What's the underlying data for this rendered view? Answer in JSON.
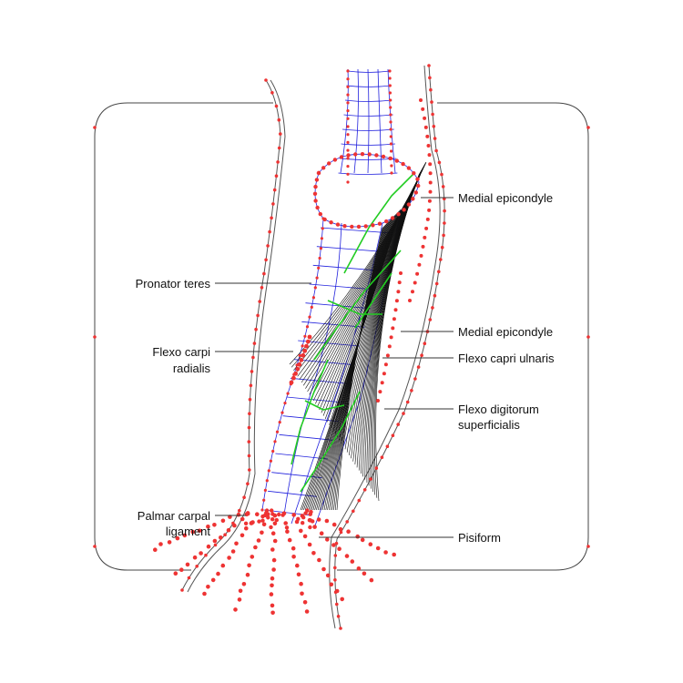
{
  "colors": {
    "outline": "#444444",
    "bone_mesh": "#2222dd",
    "control_point": "#ee3333",
    "muscle_fiber": "#111111",
    "tendon": "#22cc22",
    "leader": "#333333"
  },
  "labels": {
    "medial_epicondyle_top": "Medial epicondyle",
    "pronator_teres": "Pronator teres",
    "medial_epicondyle_mid": "Medial epicondyle",
    "flexo_carpi_radialis_1": "Flexo carpi",
    "flexo_carpi_radialis_2": "radialis",
    "flexo_capri_ulnaris": "Flexo capri ulnaris",
    "flexo_digitorum_1": "Flexo digitorum",
    "flexo_digitorum_2": "superficialis",
    "palmar_carpal_1": "Palmar carpal",
    "palmar_carpal_2": "ligament",
    "pisiform": "Pisiform"
  }
}
